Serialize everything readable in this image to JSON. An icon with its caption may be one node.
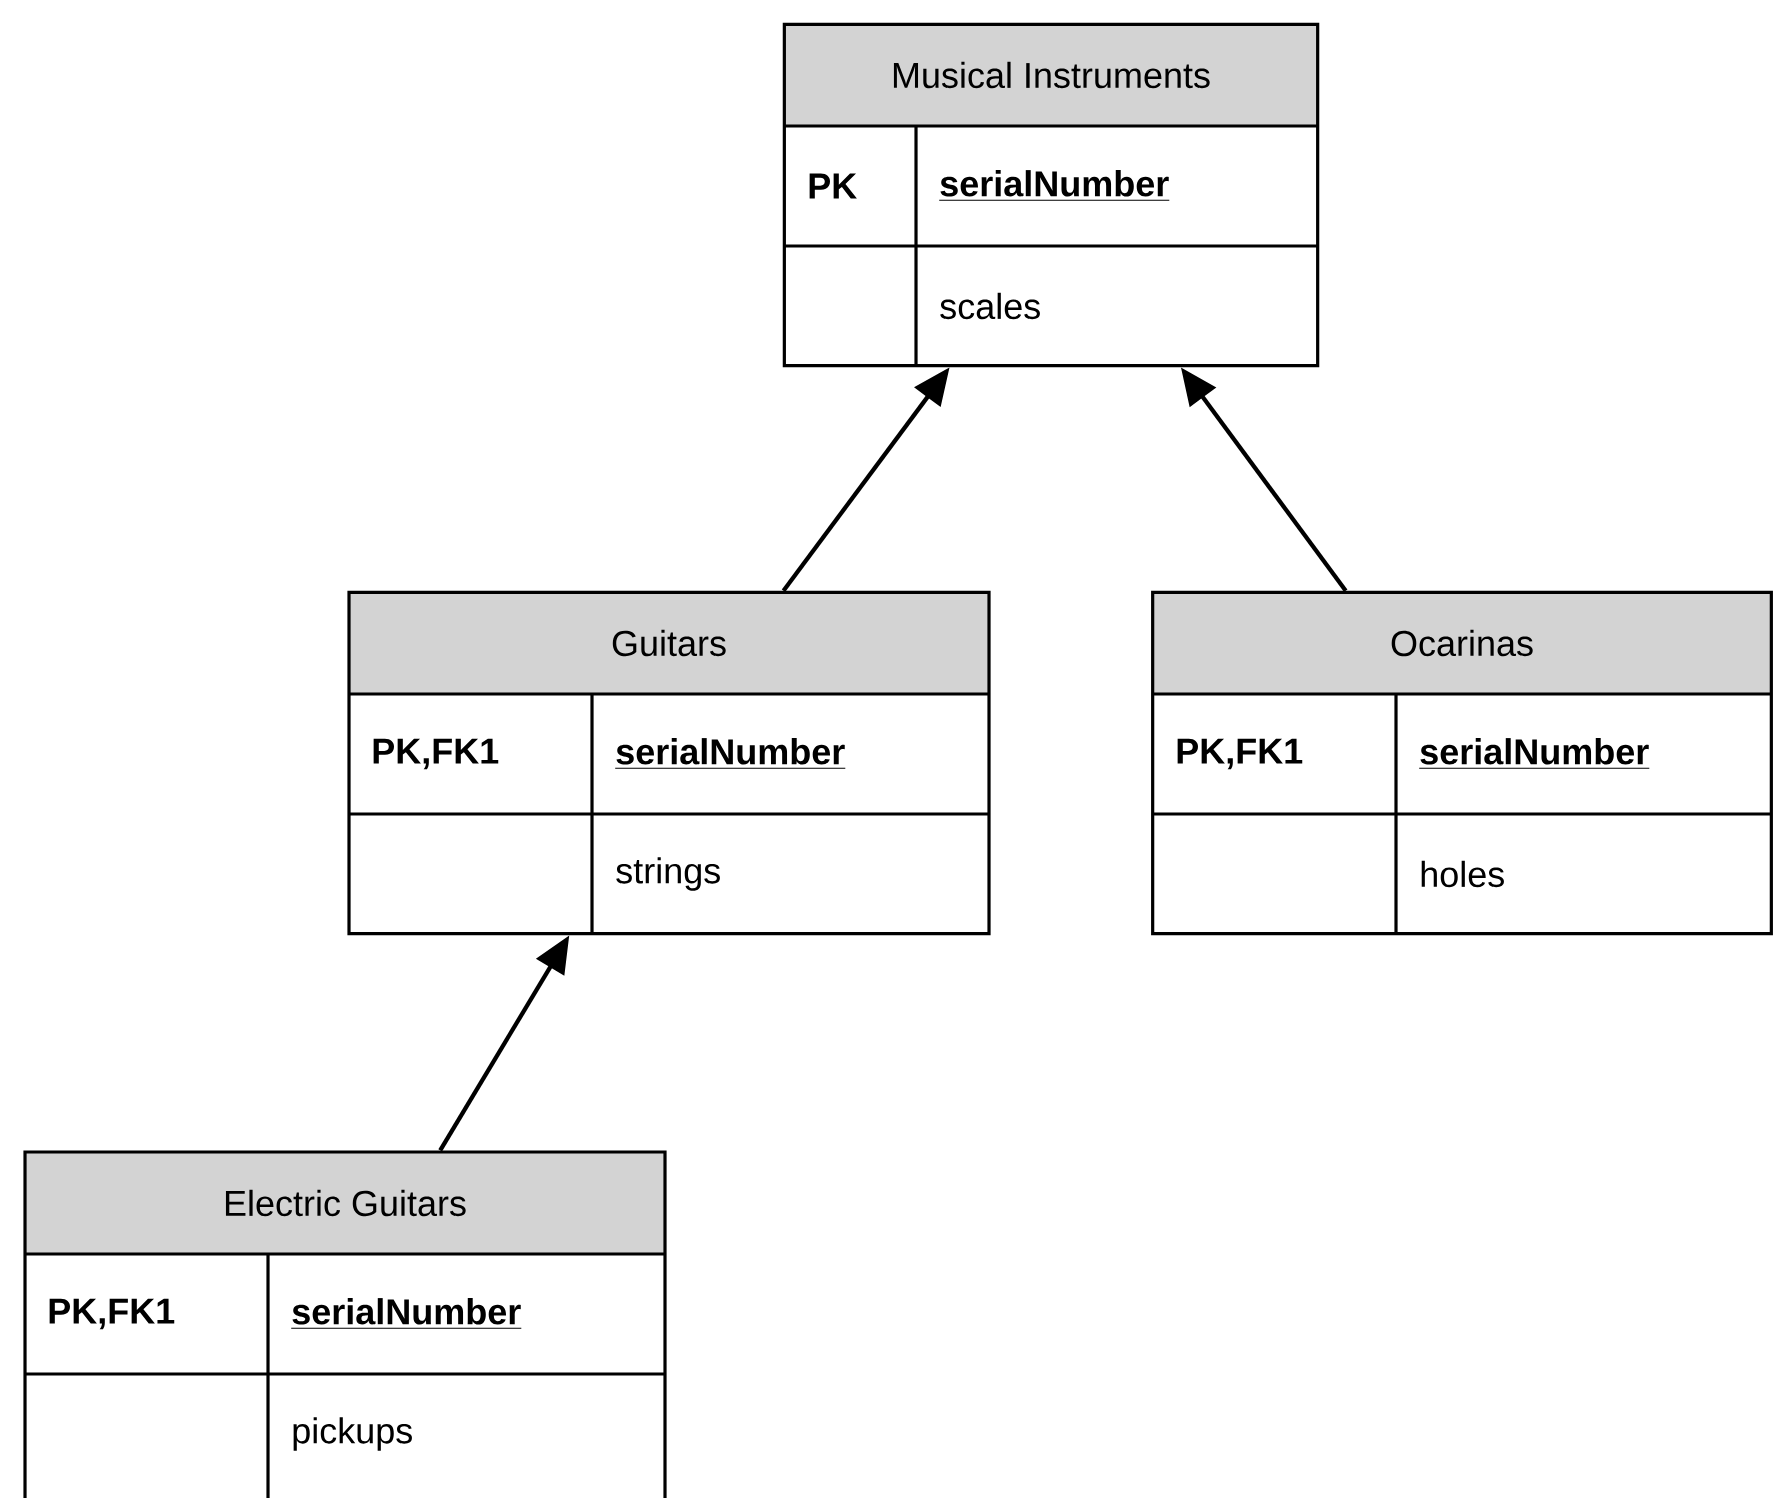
{
  "diagram": {
    "nodes": [
      {
        "text": [
          "Musical Instruments",
          "PK",
          "serialNumber",
          "scales"
        ]
      },
      {
        "text": [
          "Guitars",
          "PK,FK1",
          "serialNumber",
          "strings"
        ]
      },
      {
        "text": [
          "Ocarinas",
          "PK,FK1",
          "serialNumber",
          "holes"
        ]
      },
      {
        "text": [
          "Electric Guitars",
          "PK,FK1",
          "serialNumber",
          "pickups"
        ]
      }
    ],
    "edges": [
      {
        "from": 1,
        "to": 0,
        "arrow": "to"
      },
      {
        "from": 2,
        "to": 0,
        "arrow": "to"
      },
      {
        "from": 3,
        "to": 1,
        "arrow": "to"
      }
    ]
  }
}
